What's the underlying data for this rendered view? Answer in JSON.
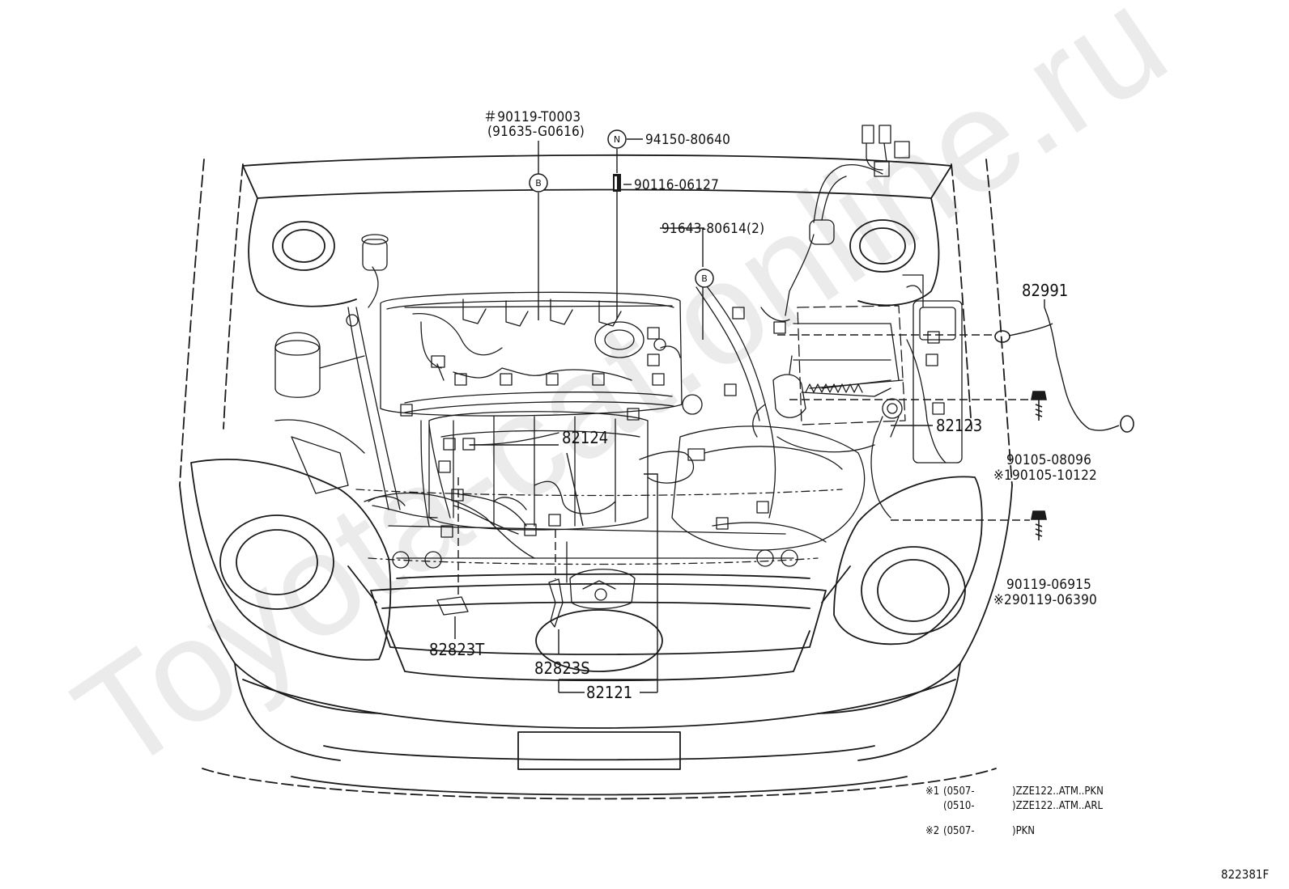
{
  "watermark": "Toyota-cat.online.ru",
  "labels": {
    "p90119_T0003": "＃90119-T0003",
    "p91635_G0616": "(91635-G0616)",
    "p94150_80640": "94150-80640",
    "p90116_06127": "90116-06127",
    "p91643_80614": "91643-80614(2)",
    "p82991": "82991",
    "p82124": "82124",
    "p82123": "82123",
    "p90105_08096": "90105-08096",
    "p90105_10122": "※190105-10122",
    "p90119_06915": "90119-06915",
    "p90119_06390": "※290119-06390",
    "p82823T": "82823T",
    "p82823S": "82823S",
    "p82121": "82121"
  },
  "markers": {
    "B": "B",
    "N": "N"
  },
  "notes": {
    "n1_mark": "※1",
    "n1a_date": "(0507-",
    "n1a_desc": ")ZZE122..ATM..PKN",
    "n1b_date": "(0510-",
    "n1b_desc": ")ZZE122..ATM..ARL",
    "n2_mark": "※2",
    "n2_date": "(0507-",
    "n2_desc": ")PKN"
  },
  "diagram_code": "822381F"
}
